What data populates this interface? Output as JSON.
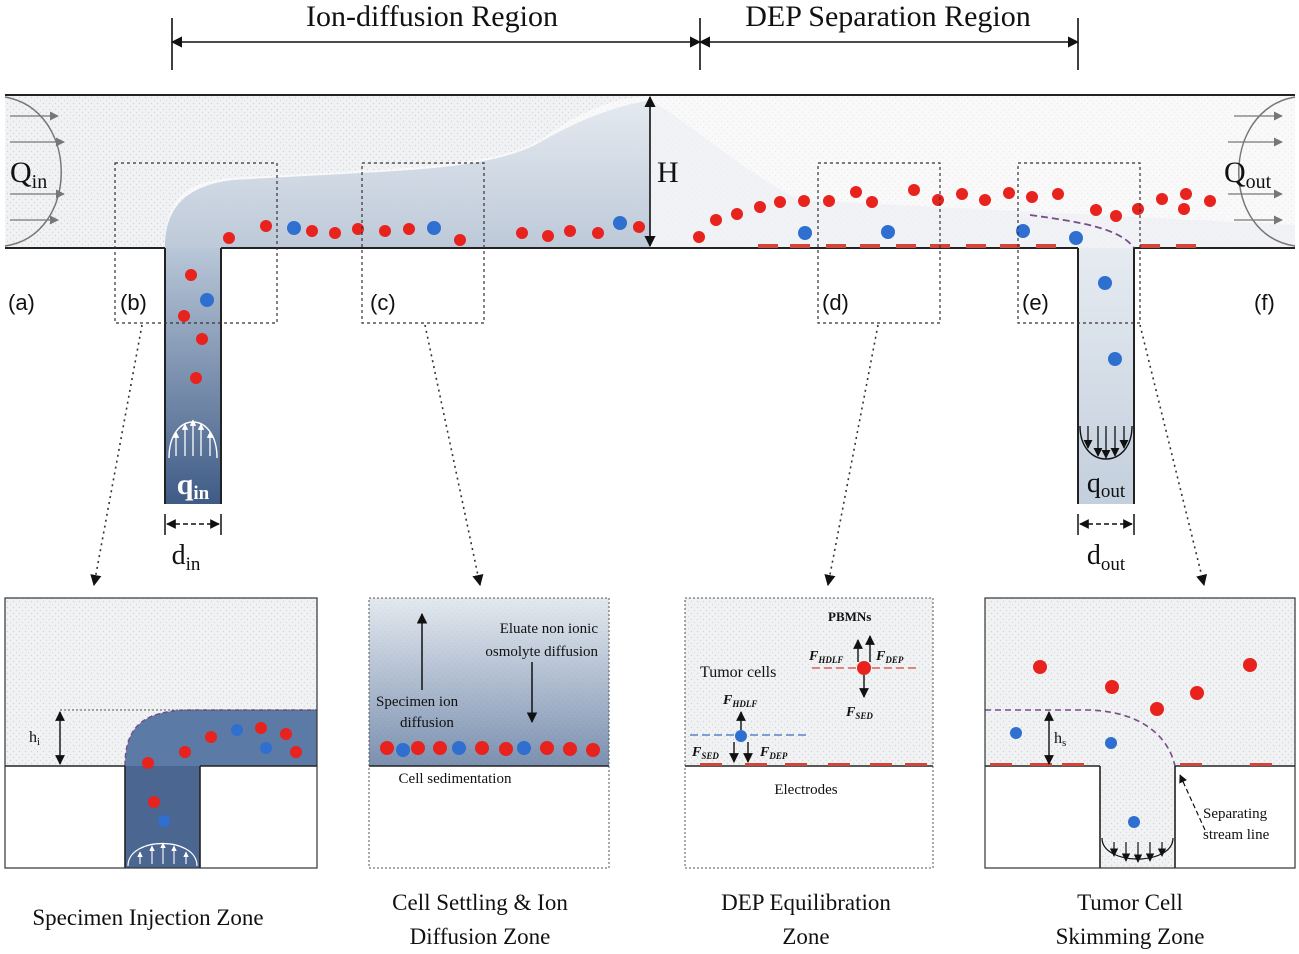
{
  "regions": {
    "ion": "Ion-diffusion Region",
    "dep": "DEP Separation Region"
  },
  "labels": {
    "Q_in_main": "Q",
    "Q_in_sub": "in",
    "Q_out_main": "Q",
    "Q_out_sub": "out",
    "H": "H",
    "q_in_main": "q",
    "q_in_sub": "in",
    "q_out_main": "q",
    "q_out_sub": "out",
    "d_in_main": "d",
    "d_in_sub": "in",
    "d_out_main": "d",
    "d_out_sub": "out"
  },
  "markers": [
    "(a)",
    "(b)",
    "(c)",
    "(d)",
    "(e)",
    "(f)"
  ],
  "panel_b": {
    "h_main": "h",
    "h_sub": "i"
  },
  "panel_c": {
    "eluate_1": "Eluate non ionic",
    "eluate_2": "osmolyte diffusion",
    "specimen_1": "Specimen ion",
    "specimen_2": "diffusion",
    "sedimentation": "Cell sedimentation"
  },
  "panel_d": {
    "pbmns": "PBMNs",
    "tumor": "Tumor cells",
    "electrodes": "Electrodes",
    "f_hdlf": "HDLF",
    "f_dep": "DEP",
    "f_sed": "SED",
    "f_letter": "F"
  },
  "panel_e": {
    "h_main": "h",
    "h_sub": "s",
    "sep_1": "Separating",
    "sep_2": "stream line"
  },
  "captions": {
    "b_1": "Specimen Injection Zone",
    "c_1": "Cell Settling & Ion",
    "c_2": "Diffusion Zone",
    "d_1": "DEP Equilibration",
    "d_2": "Zone",
    "e_1": "Tumor Cell",
    "e_2": "Skimming Zone"
  },
  "colors": {
    "red_cell": "#e8221c",
    "blue_cell": "#2f6fd0",
    "dark_fluid": "#4a6691",
    "light_fluid": "#f1f3f5",
    "electrode": "#d2453a",
    "stream_line": "#7a4a8a"
  }
}
